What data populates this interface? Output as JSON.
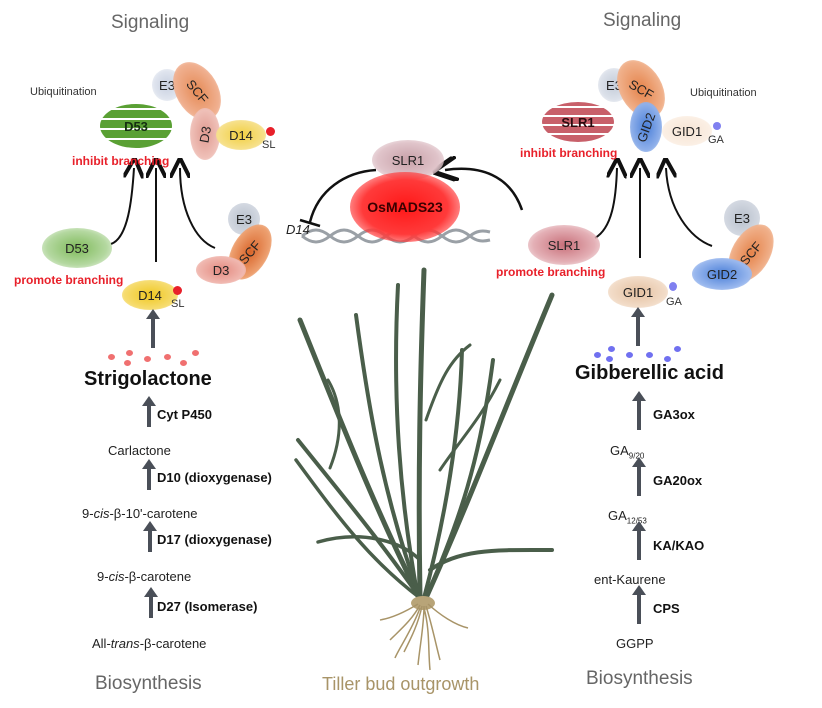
{
  "left": {
    "signaling_title": "Signaling",
    "ubiquitination": "Ubiquitination",
    "complex": {
      "e3": "E3",
      "scf": "SCF",
      "d3": "D3",
      "d14": "D14",
      "sl": "SL",
      "repressor": "D53"
    },
    "inhibit_label": "inhibit branching",
    "free": {
      "d53": "D53",
      "e3": "E3",
      "scf": "SCF",
      "d3": "D3",
      "d14": "D14",
      "sl": "SL"
    },
    "promote_label": "promote branching",
    "hormone": "Strigolactone",
    "pathway": [
      {
        "enzyme": "Cyt P450",
        "product": "Carlactone"
      },
      {
        "enzyme": "D10 (dioxygenase)",
        "product_prefix": "9-",
        "product_italic": "cis",
        "product_suffix": "-β-10'-carotene"
      },
      {
        "enzyme": "D17 (dioxygenase)",
        "product_prefix": "9-",
        "product_italic": "cis",
        "product_suffix": "-β-carotene"
      },
      {
        "enzyme": "D27 (Isomerase)",
        "product_prefix": "All-",
        "product_italic": "trans",
        "product_suffix": "-β-carotene"
      }
    ],
    "biosynthesis_title": "Biosynthesis"
  },
  "center": {
    "slr1": "SLR1",
    "osmads23": "OsMADS23",
    "d14_gene": "D14",
    "caption": "Tiller bud outgrowth"
  },
  "right": {
    "signaling_title": "Signaling",
    "ubiquitination": "Ubiquitination",
    "complex": {
      "e3": "E3",
      "scf": "SCF",
      "gid2": "GID2",
      "gid1": "GID1",
      "ga": "GA",
      "repressor": "SLR1"
    },
    "inhibit_label": "inhibit branching",
    "free": {
      "slr1": "SLR1",
      "e3": "E3",
      "scf": "SCF",
      "gid2": "GID2",
      "gid1": "GID1",
      "ga": "GA"
    },
    "promote_label": "promote branching",
    "hormone": "Gibberellic acid",
    "pathway": [
      {
        "enzyme": "GA3ox",
        "product": "GA",
        "product_sub": "9/20"
      },
      {
        "enzyme": "GA20ox",
        "product": "GA",
        "product_sub": "12/53"
      },
      {
        "enzyme": "KA/KAO",
        "product": "ent-Kaurene"
      },
      {
        "enzyme": "CPS",
        "product": "GGPP"
      }
    ],
    "biosynthesis_title": "Biosynthesis"
  },
  "colors": {
    "inhibit_red": "#e8202a",
    "d53_green": "#5aa034",
    "slr1_brick": "#c8606a",
    "scf_orange": "#e07a3a",
    "gid2_blue": "#4a7fd8",
    "d14_yellow": "#f0c020",
    "sl_red": "#e8202a",
    "ga_blue": "#8080f0",
    "plant_green": "#4a5e4a",
    "root_tan": "#a89468"
  }
}
